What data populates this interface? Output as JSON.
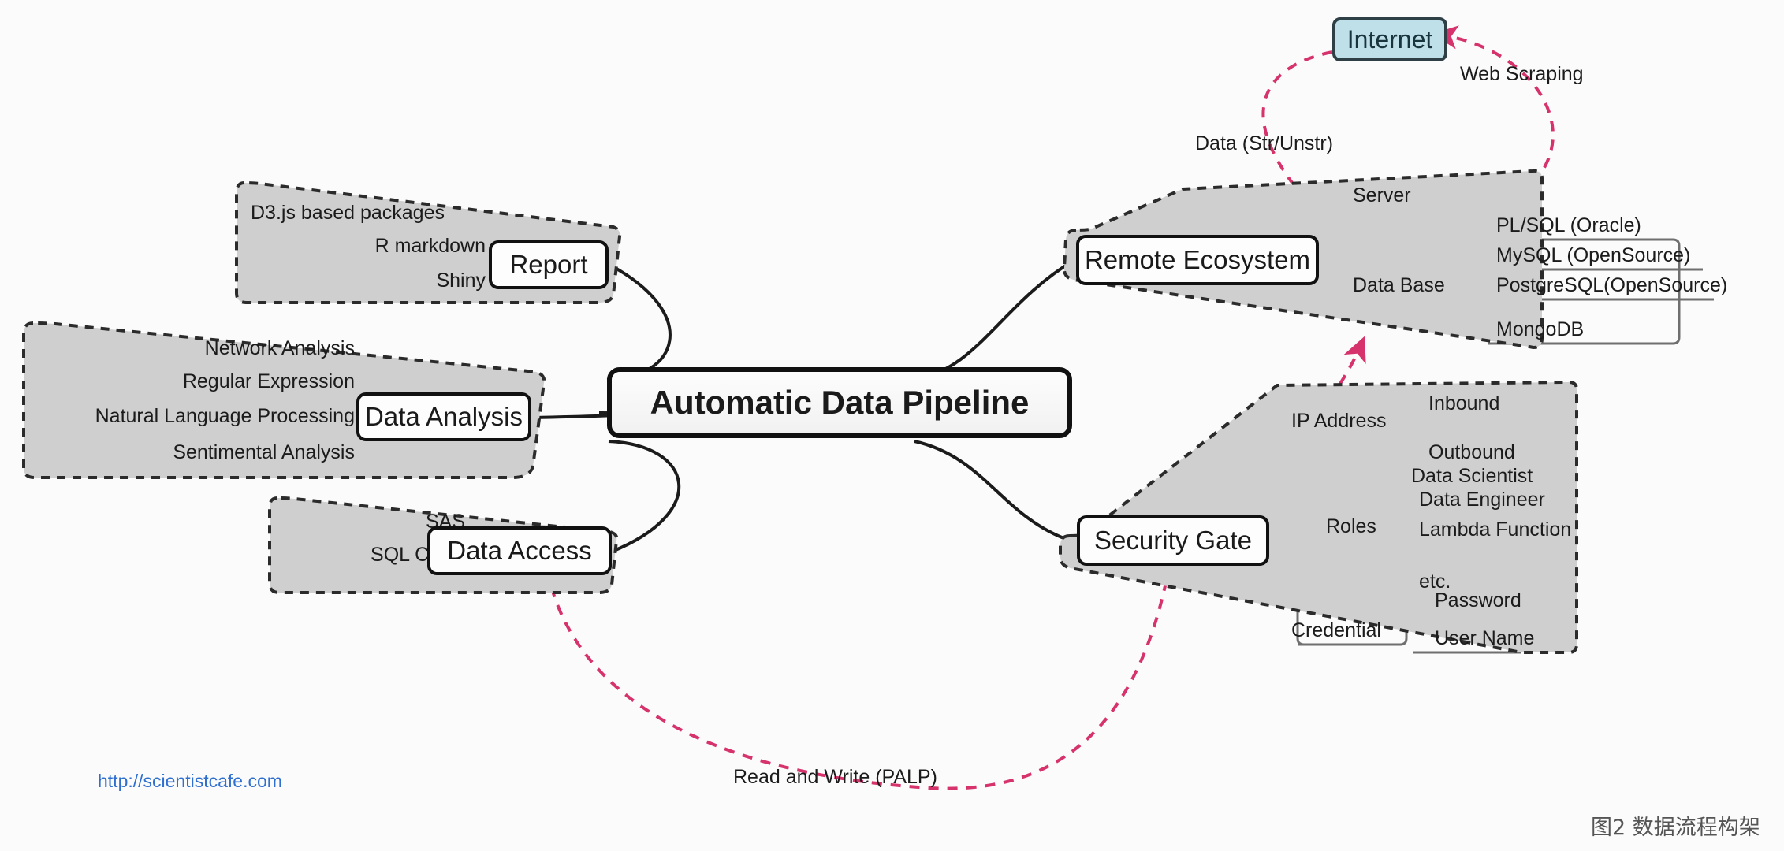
{
  "figure": {
    "background": "#fbfbfb",
    "center_node": "Automatic Data Pipeline",
    "caption": "图2   数据流程构架",
    "source_url": "http://scientistcafe.com",
    "colors": {
      "cluster_fill": "#cfcfcf",
      "cluster_stroke": "#2b2b2b",
      "node_stroke": "#111111",
      "node_fill": "#fdfdfd",
      "internet_fill": "#bfe0e9",
      "internet_stroke": "#2f3f46",
      "internet_text": "#18343c",
      "connector": "#1b1b1b",
      "dashed_red": "#d6336c",
      "leaf_underline": "#6f6f6f",
      "url_color": "#2f6fd0"
    }
  },
  "internet": {
    "label": "Internet"
  },
  "branches": {
    "report": {
      "label": "Report",
      "items": [
        "D3.js based packages",
        "R markdown",
        "Shiny"
      ]
    },
    "data_analysis": {
      "label": "Data Analysis",
      "items": [
        "Network Analysis",
        "Regular Expression",
        "Natural Language Processing",
        "Sentimental Analysis"
      ]
    },
    "data_access": {
      "label": "Data Access",
      "items": [
        "SAS",
        "SQL Client"
      ]
    },
    "remote_ecosystem": {
      "label": "Remote Ecosystem",
      "items": [
        "Server",
        "Data Base"
      ],
      "databases": [
        "PL/SQL (Oracle)",
        "MySQL (OpenSource)",
        "PostgreSQL(OpenSource)",
        "MongoDB"
      ]
    },
    "security_gate": {
      "label": "Security Gate",
      "groups": [
        {
          "name": "IP Address",
          "items": [
            "Inbound",
            "Outbound"
          ]
        },
        {
          "name": "Roles",
          "items": [
            "Data Scientist",
            "Data Engineer",
            "Lambda Function",
            "etc."
          ]
        },
        {
          "name": "Credential",
          "items": [
            "Password",
            "User Name"
          ]
        }
      ]
    }
  },
  "annotations": {
    "web_scraping": "Web Scraping",
    "data_str_unstr": "Data (Str/Unstr)",
    "read_write": "Read and Write (PALP)"
  }
}
